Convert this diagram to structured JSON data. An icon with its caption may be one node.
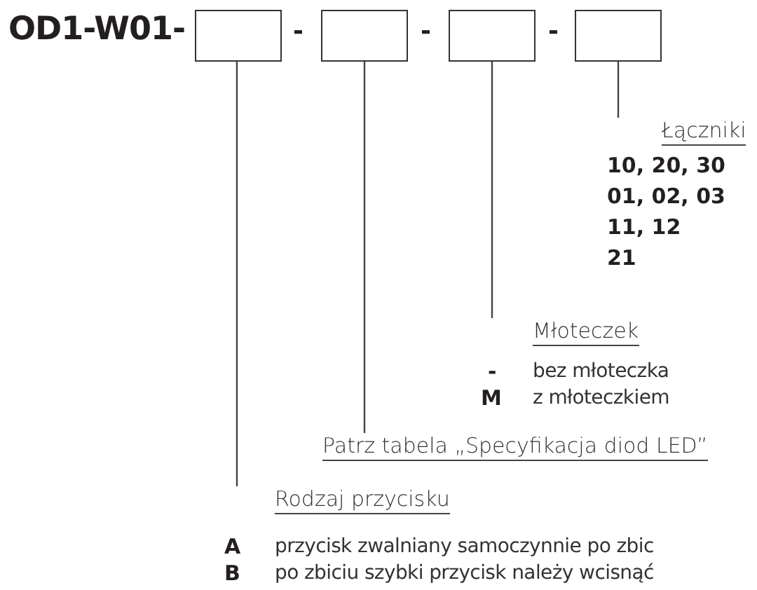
{
  "diagram": {
    "title": "OD1-W01-",
    "nodes": [
      {
        "text": [],
        "shape": "box"
      },
      {
        "text": [],
        "shape": "box"
      },
      {
        "text": [],
        "shape": "box"
      },
      {
        "text": [],
        "shape": "box"
      },
      {
        "text": [
          "Łączniki",
          "10, 20, 30",
          "01, 02, 03",
          "11, 12",
          "21"
        ]
      },
      {
        "text": [
          "Młoteczek",
          "-",
          "bez młoteczka",
          "M",
          "z młoteczkiem"
        ]
      },
      {
        "text": [
          "Patrz tabela „Specyfikacja diod LED”"
        ]
      },
      {
        "text": [
          "Rodzaj przycisku",
          "A",
          "przycisk zwalniany samoczynnie po zbic",
          "B",
          "po zbiciu szybki przycisk należy wcisnąć"
        ]
      }
    ],
    "edges": [
      {
        "from": 0,
        "to": 7,
        "arrow": "none"
      },
      {
        "from": 1,
        "to": 6,
        "arrow": "none"
      },
      {
        "from": 2,
        "to": 5,
        "arrow": "none"
      },
      {
        "from": 3,
        "to": 4,
        "arrow": "none"
      }
    ],
    "labels": [
      "-",
      "-",
      "-"
    ]
  }
}
